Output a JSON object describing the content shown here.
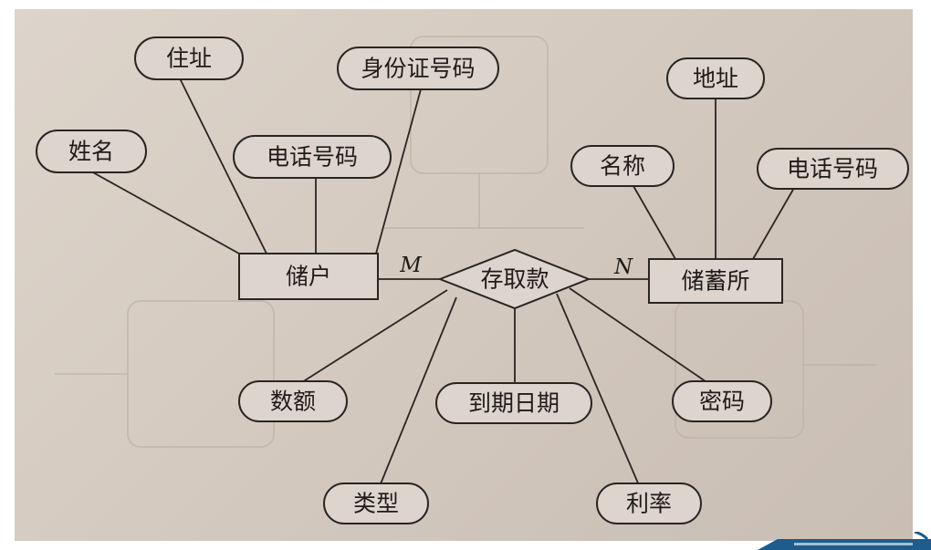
{
  "diagram": {
    "entities": {
      "depositor": "储户",
      "savings_office": "储蓄所"
    },
    "relationship": {
      "label": "存取款"
    },
    "cardinality": {
      "depositor_side": "M",
      "savings_office_side": "N"
    },
    "depositor_attributes": {
      "name": "姓名",
      "address": "住址",
      "phone": "电话号码",
      "id_number": "身份证号码"
    },
    "savings_office_attributes": {
      "name": "名称",
      "address": "地址",
      "phone": "电话号码"
    },
    "relationship_attributes": {
      "amount": "数额",
      "type": "类型",
      "due_date": "到期日期",
      "interest_rate": "利率",
      "password": "密码"
    }
  },
  "colors": {
    "paper": "#d5cbc1",
    "ink": "#1f1b18",
    "shape_fill": "#ddd5cd"
  }
}
